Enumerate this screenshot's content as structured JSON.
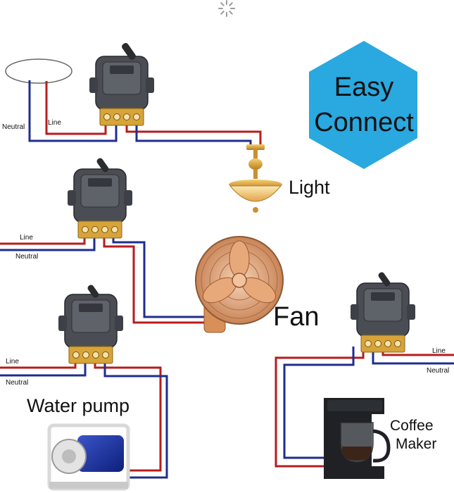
{
  "badge": {
    "line1": "Easy",
    "line2": "Connect",
    "color": "#2aa8e0"
  },
  "wires": {
    "line_color": "#b81c1c",
    "neutral_color": "#1f2d8f"
  },
  "top_circuit": {
    "neutral_label": "Neutral",
    "line_label": "Line"
  },
  "light": {
    "label": "Light"
  },
  "fan": {
    "label": "Fan",
    "circuit_line_label": "Line",
    "circuit_neutral_label": "Neutral"
  },
  "pump": {
    "label": "Water pump",
    "circuit_line_label": "Line",
    "circuit_neutral_label": "Neutral"
  },
  "coffee": {
    "label_line1": "Coffee",
    "label_line2": "Maker",
    "circuit_line_label": "Line",
    "circuit_neutral_label": "Neutral"
  },
  "icons": {
    "loading": "loading-spinner-icon",
    "switch": "remote-switch-icon"
  }
}
